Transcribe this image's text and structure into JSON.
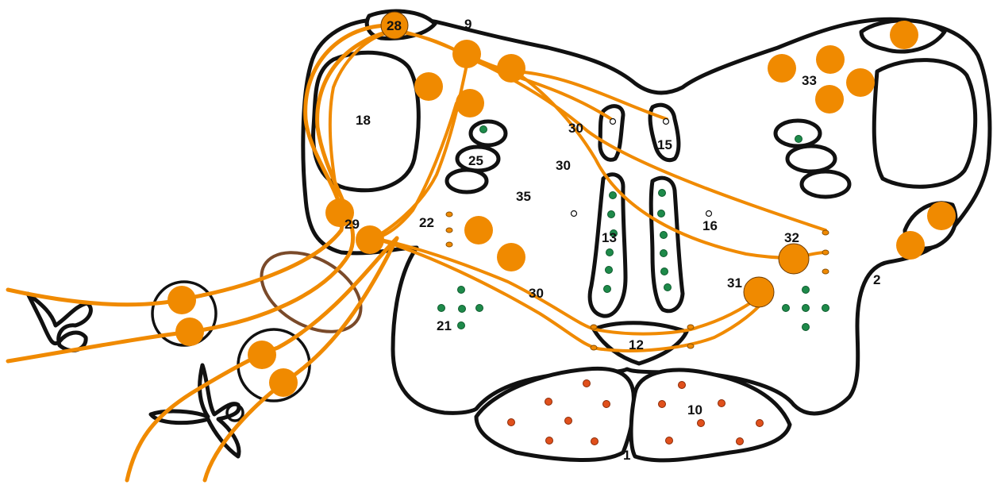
{
  "labels": {
    "l1": "1",
    "l2": "2",
    "l9": "9",
    "l10": "10",
    "l12": "12",
    "l13": "13",
    "l15": "15",
    "l16": "16",
    "l18": "18",
    "l21": "21",
    "l22": "22",
    "l25": "25",
    "l28": "28",
    "l29": "29",
    "l30a": "30",
    "l30b": "30",
    "l30c": "30",
    "l31": "31",
    "l32": "32",
    "l33": "33",
    "l35": "35"
  },
  "colors": {
    "nerve": "#f08a00",
    "nucleus": "#f08a00",
    "green_nucleus": "#1e8a4a",
    "red_nucleus": "#e0501c",
    "outline": "#111111",
    "ring": "#7a4a2a"
  }
}
